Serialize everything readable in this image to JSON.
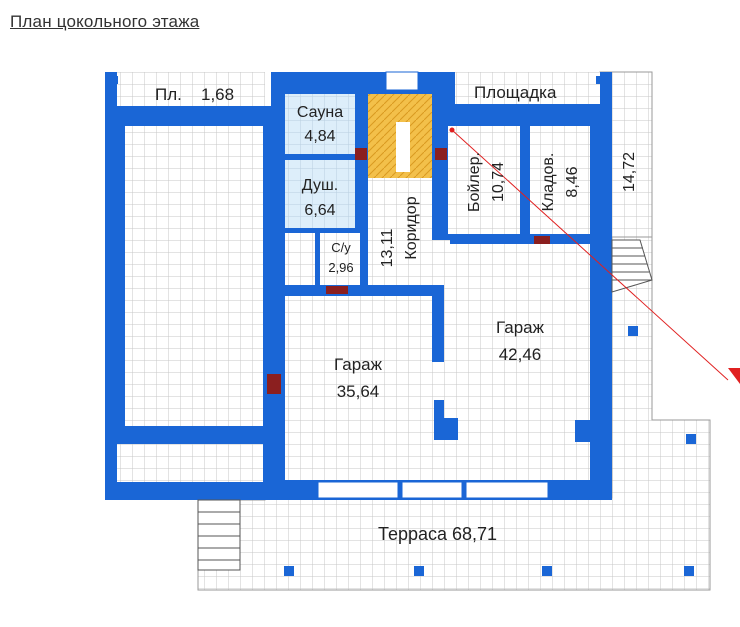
{
  "title": "План цокольного этажа",
  "rooms": {
    "platform_small": {
      "name": "Пл.",
      "area": "1,68"
    },
    "sauna": {
      "name": "Сауна",
      "area": "4,84"
    },
    "shower": {
      "name": "Душ.",
      "area": "6,64"
    },
    "wc": {
      "name": "С/у",
      "area": "2,96"
    },
    "corridor": {
      "name": "Коридор",
      "area": "13,11"
    },
    "boiler": {
      "name": "Бойлер.",
      "area": "10,74"
    },
    "storage": {
      "name": "Кладов.",
      "area": "8,46"
    },
    "platform": {
      "name": "Площадка"
    },
    "side_area": {
      "area": "14,72"
    },
    "garage_left": {
      "name": "Гараж",
      "area": "35,64"
    },
    "garage_right": {
      "name": "Гараж",
      "area": "42,46"
    },
    "terrace": {
      "name": "Терраса",
      "area": "68,71"
    }
  },
  "colors": {
    "wall": "#1a66d6",
    "grid": "#c7c7c7",
    "light_blue_room": "#ddeefa",
    "stairs": "#f3c04a",
    "door": "#8b1f1f",
    "section_line": "#e02020"
  }
}
